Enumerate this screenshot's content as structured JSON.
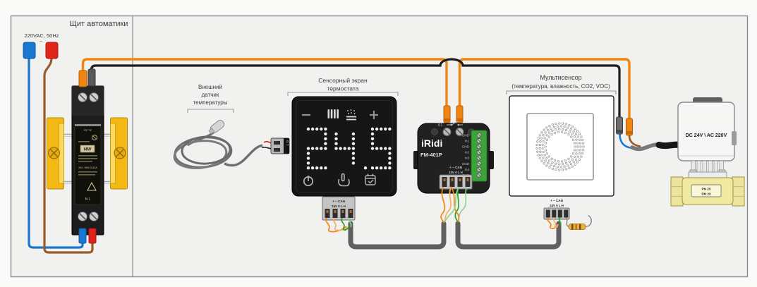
{
  "colors": {
    "background": "#f1f1ef",
    "frame_border": "#8c8c8c",
    "wire_orange": "#f08511",
    "wire_black": "#1c1c1c",
    "wire_blue": "#1878cf",
    "wire_brown": "#9a5b28",
    "wire_green": "#2ea12e",
    "wire_light_orange": "#f4b061",
    "wire_light_green": "#8fd48f",
    "cable_gray": "#6e6e6e",
    "connector_red": "#e02419",
    "connector_blue": "#1878cf",
    "panel_yellow": "#f5b915",
    "terminal_green": "#3aa33a",
    "brass": "#f0e9a2"
  },
  "panel": {
    "title": "Щит автоматики",
    "power_label": "220VAC, 50Hz",
    "power_symbol": "~",
    "psu": {
      "top_terminals": "+V   -V",
      "logo": "MW",
      "rating": "24V 15W 0.63A",
      "bottom_terminals": "N      L"
    }
  },
  "external_sensor": {
    "label_lines": [
      "Внешний",
      "датчик",
      "температуры"
    ],
    "connector_label": "G T"
  },
  "thermostat": {
    "label_lines": [
      "Сенсорный экран",
      "термостата"
    ],
    "display_value": "24.5",
    "icons_top": [
      "minus",
      "radiator",
      "floor-heating",
      "plus"
    ],
    "icons_bottom": [
      "power",
      "touch",
      "schedule"
    ],
    "terminal": {
      "row1": "+   −   CAN",
      "row2": "24V  0   L   H"
    }
  },
  "fm401p": {
    "brand": "iRidi",
    "model": "FM-401P",
    "relay_label": "K1",
    "inputs": [
      "GND",
      "In1",
      "GND",
      "In2",
      "In3",
      "GND",
      "In4",
      "GND"
    ],
    "terminal": {
      "row1": "+   −   CAN",
      "row2": "24V  0   L   H"
    }
  },
  "multisensor": {
    "title": "Мультисенсор",
    "subtitle": "(температура, влажность, CO2, VOC)",
    "terminal": {
      "row1": "+   −   CAN",
      "row2": "24V  0   L   H"
    }
  },
  "valve": {
    "actuator_label": "DC 24V \\ AC 220V",
    "body_label_lines": [
      "PN 25",
      "DN 20"
    ]
  }
}
